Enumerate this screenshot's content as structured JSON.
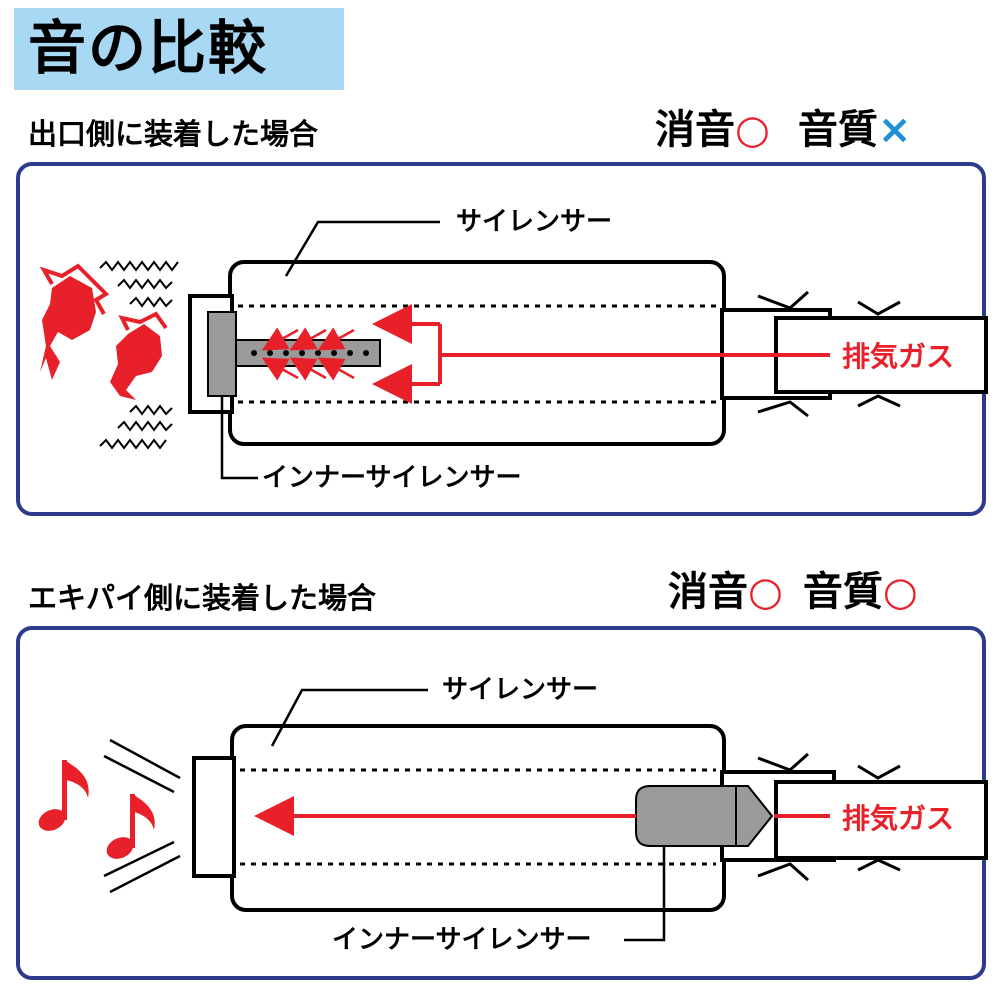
{
  "title": "音の比較",
  "section1": {
    "heading": "出口側に装着した場合",
    "rating_sound_label": "消音",
    "rating_sound_mark": "○",
    "rating_quality_label": "音質",
    "rating_quality_mark": "×",
    "label_silencer": "サイレンサー",
    "label_inner": "インナーサイレンサー",
    "label_gas": "排気ガス"
  },
  "section2": {
    "heading": "エキパイ側に装着した場合",
    "rating_sound_label": "消音",
    "rating_sound_mark": "○",
    "rating_quality_label": "音質",
    "rating_quality_mark": "○",
    "label_silencer": "サイレンサー",
    "label_inner": "インナーサイレンサー",
    "label_gas": "排気ガス"
  },
  "colors": {
    "panel_border": "#2e3a8c",
    "title_bg": "#a8d8f4",
    "accent_red": "#e8202a",
    "cross_blue": "#1e90d8",
    "inner_gray": "#9a9a9a"
  }
}
